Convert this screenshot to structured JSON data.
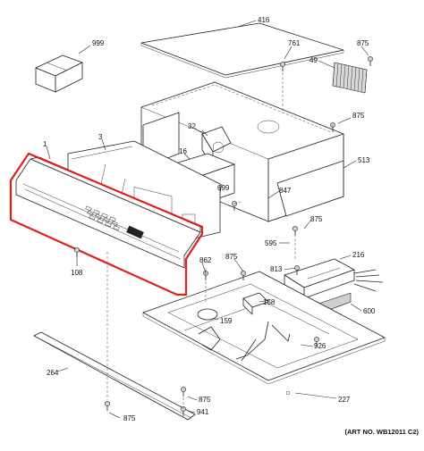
{
  "diagram": {
    "art_number": "(ART NO. WB12011 C2)",
    "callouts": [
      "999",
      "416",
      "761",
      "875",
      "49",
      "875",
      "513",
      "32",
      "16",
      "3",
      "1",
      "699",
      "847",
      "875",
      "595",
      "108",
      "862",
      "875",
      "813",
      "216",
      "158",
      "159",
      "600",
      "926",
      "264",
      "875",
      "941",
      "875",
      "227"
    ],
    "highlight_color": "#e0201c"
  }
}
